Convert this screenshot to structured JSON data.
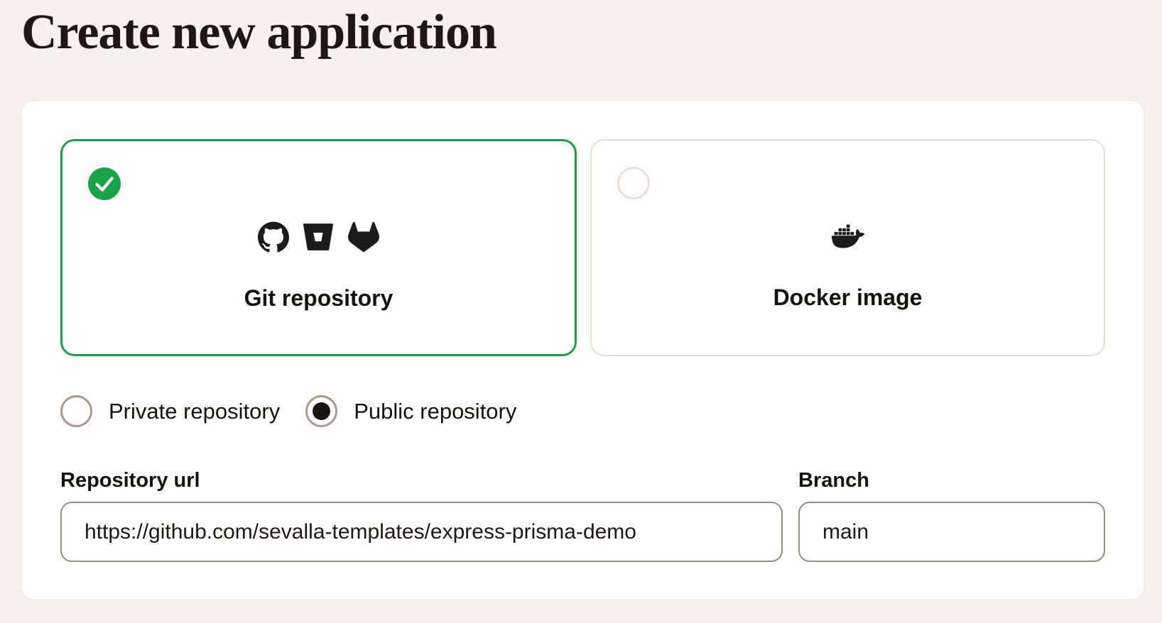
{
  "page": {
    "title": "Create new application"
  },
  "colors": {
    "background": "#f8f2ec",
    "accent_green": "#18a24a",
    "input_border": "#a18b7c",
    "radio_border": "#b1988a",
    "text": "#16120e"
  },
  "source_options": [
    {
      "label": "Git repository",
      "selected": true,
      "icons": [
        "github-icon",
        "bitbucket-icon",
        "gitlab-icon"
      ]
    },
    {
      "label": "Docker image",
      "selected": false,
      "icons": [
        "docker-icon"
      ]
    }
  ],
  "repo_visibility": [
    {
      "label": "Private repository",
      "selected": false
    },
    {
      "label": "Public repository",
      "selected": true
    }
  ],
  "fields": {
    "repository_url": {
      "label": "Repository url",
      "value": "https://github.com/sevalla-templates/express-prisma-demo"
    },
    "branch": {
      "label": "Branch",
      "value": "main"
    }
  }
}
